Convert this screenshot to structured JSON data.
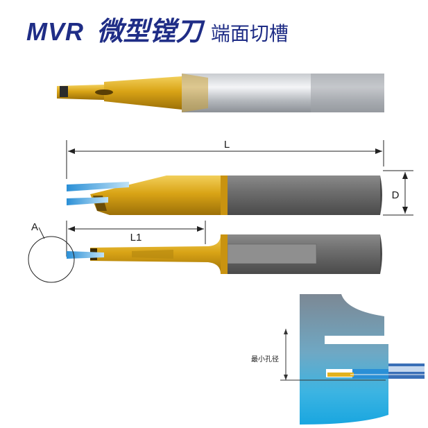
{
  "header": {
    "model": "MVR",
    "title_main": "微型镗刀",
    "title_sub": "端面切槽"
  },
  "dimensions": {
    "length_label": "L",
    "shank_label": "D",
    "flute_length_label": "L1",
    "detail_label": "A"
  },
  "detail": {
    "min_bore_label": "最小孔径"
  },
  "colors": {
    "title": "#1f2d86",
    "coating_gold": "#d9a416",
    "shank_gray": "#6e6e6e",
    "coolant_blue": "#2a8fd6"
  }
}
